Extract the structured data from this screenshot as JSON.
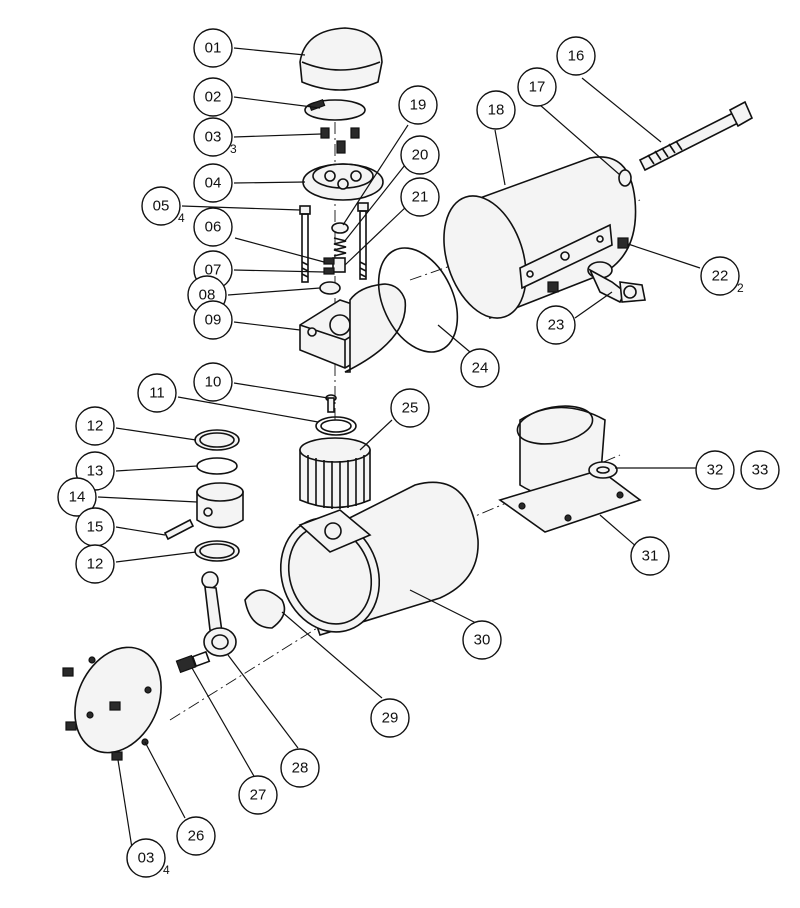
{
  "callouts": [
    {
      "id": "01",
      "qty": ""
    },
    {
      "id": "02",
      "qty": ""
    },
    {
      "id": "03",
      "qty": "3"
    },
    {
      "id": "04",
      "qty": ""
    },
    {
      "id": "05",
      "qty": "4"
    },
    {
      "id": "06",
      "qty": ""
    },
    {
      "id": "07",
      "qty": ""
    },
    {
      "id": "08",
      "qty": ""
    },
    {
      "id": "09",
      "qty": ""
    },
    {
      "id": "10",
      "qty": ""
    },
    {
      "id": "11",
      "qty": ""
    },
    {
      "id": "12",
      "qty": ""
    },
    {
      "id": "13",
      "qty": ""
    },
    {
      "id": "14",
      "qty": ""
    },
    {
      "id": "15",
      "qty": ""
    },
    {
      "id": "12",
      "qty": ""
    },
    {
      "id": "16",
      "qty": ""
    },
    {
      "id": "17",
      "qty": ""
    },
    {
      "id": "18",
      "qty": ""
    },
    {
      "id": "19",
      "qty": ""
    },
    {
      "id": "20",
      "qty": ""
    },
    {
      "id": "21",
      "qty": ""
    },
    {
      "id": "22",
      "qty": "2"
    },
    {
      "id": "23",
      "qty": ""
    },
    {
      "id": "24",
      "qty": ""
    },
    {
      "id": "25",
      "qty": ""
    },
    {
      "id": "26",
      "qty": ""
    },
    {
      "id": "27",
      "qty": ""
    },
    {
      "id": "28",
      "qty": ""
    },
    {
      "id": "29",
      "qty": ""
    },
    {
      "id": "30",
      "qty": ""
    },
    {
      "id": "31",
      "qty": ""
    },
    {
      "id": "32",
      "qty": ""
    },
    {
      "id": "33",
      "qty": ""
    },
    {
      "id": "03",
      "qty": "4"
    }
  ]
}
